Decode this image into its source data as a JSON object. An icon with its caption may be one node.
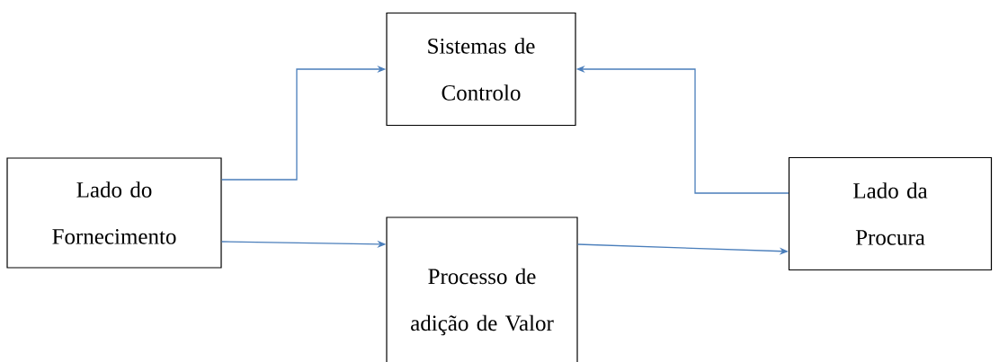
{
  "diagram": {
    "nodes": [
      {
        "text": [
          "Sistemas de Controlo"
        ]
      },
      {
        "text": [
          "Lado do Fornecimento"
        ]
      },
      {
        "text": [
          "Processo de adição de Valor"
        ]
      },
      {
        "text": [
          "Lado da Procura"
        ]
      }
    ],
    "edges": [
      {
        "from": 1,
        "to": 0,
        "arrow": "to"
      },
      {
        "from": 3,
        "to": 0,
        "arrow": "to"
      },
      {
        "from": 1,
        "to": 2,
        "arrow": "to"
      },
      {
        "from": 2,
        "to": 3,
        "arrow": "to"
      }
    ]
  }
}
